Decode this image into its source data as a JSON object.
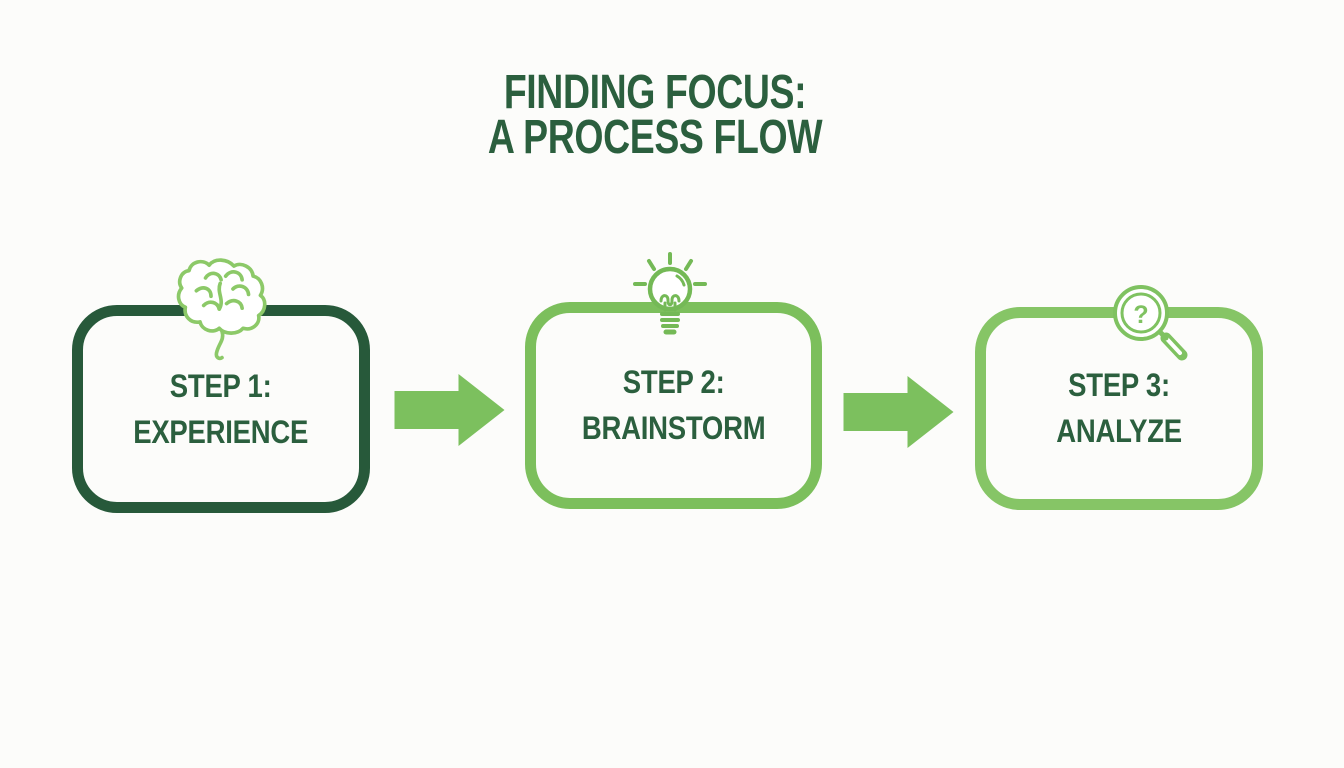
{
  "title": {
    "line1": "FINDING FOCUS:",
    "line2": "A PROCESS FLOW",
    "color": "#2b5f3e"
  },
  "colors": {
    "background": "#fcfcfa",
    "text": "#2b5f3e",
    "dark_green": "#27593a",
    "medium_green": "#7cbf5c",
    "light_green": "#86c566",
    "arrow": "#7cc05e"
  },
  "steps": [
    {
      "step_label": "STEP 1:",
      "name": "EXPERIENCE",
      "icon": "brain-icon",
      "border_color": "#27593a",
      "icon_color": "#8cc968"
    },
    {
      "step_label": "STEP 2:",
      "name": "BRAINSTORM",
      "icon": "lightbulb-icon",
      "border_color": "#7cbf5c",
      "icon_color": "#74b956"
    },
    {
      "step_label": "STEP 3:",
      "name": "ANALYZE",
      "icon": "magnifier-question-icon",
      "border_color": "#86c566",
      "icon_color": "#7fc261",
      "magnifier_glyph": "?"
    }
  ],
  "arrows": {
    "direction": "right",
    "color": "#7cc05e"
  }
}
